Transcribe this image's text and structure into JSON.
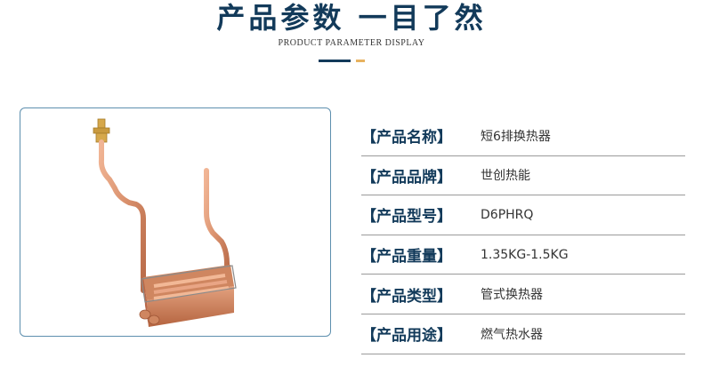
{
  "header": {
    "title": "产品参数 一目了然",
    "subtitle": "PRODUCT PARAMETER DISPLAY",
    "accent_dark": "#123a5a",
    "accent_gold": "#e7b25f"
  },
  "product_image": {
    "alt": "copper-heat-exchanger",
    "copper_color": "#d9906c",
    "brass_color": "#d6a84b"
  },
  "params": [
    {
      "label": "【产品名称】",
      "value": "短6排换热器"
    },
    {
      "label": "【产品品牌】",
      "value": "世创热能"
    },
    {
      "label": "【产品型号】",
      "value": "D6PHRQ"
    },
    {
      "label": "【产品重量】",
      "value": "1.35KG-1.5KG"
    },
    {
      "label": "【产品类型】",
      "value": "管式换热器"
    },
    {
      "label": "【产品用途】",
      "value": "燃气热水器"
    }
  ]
}
